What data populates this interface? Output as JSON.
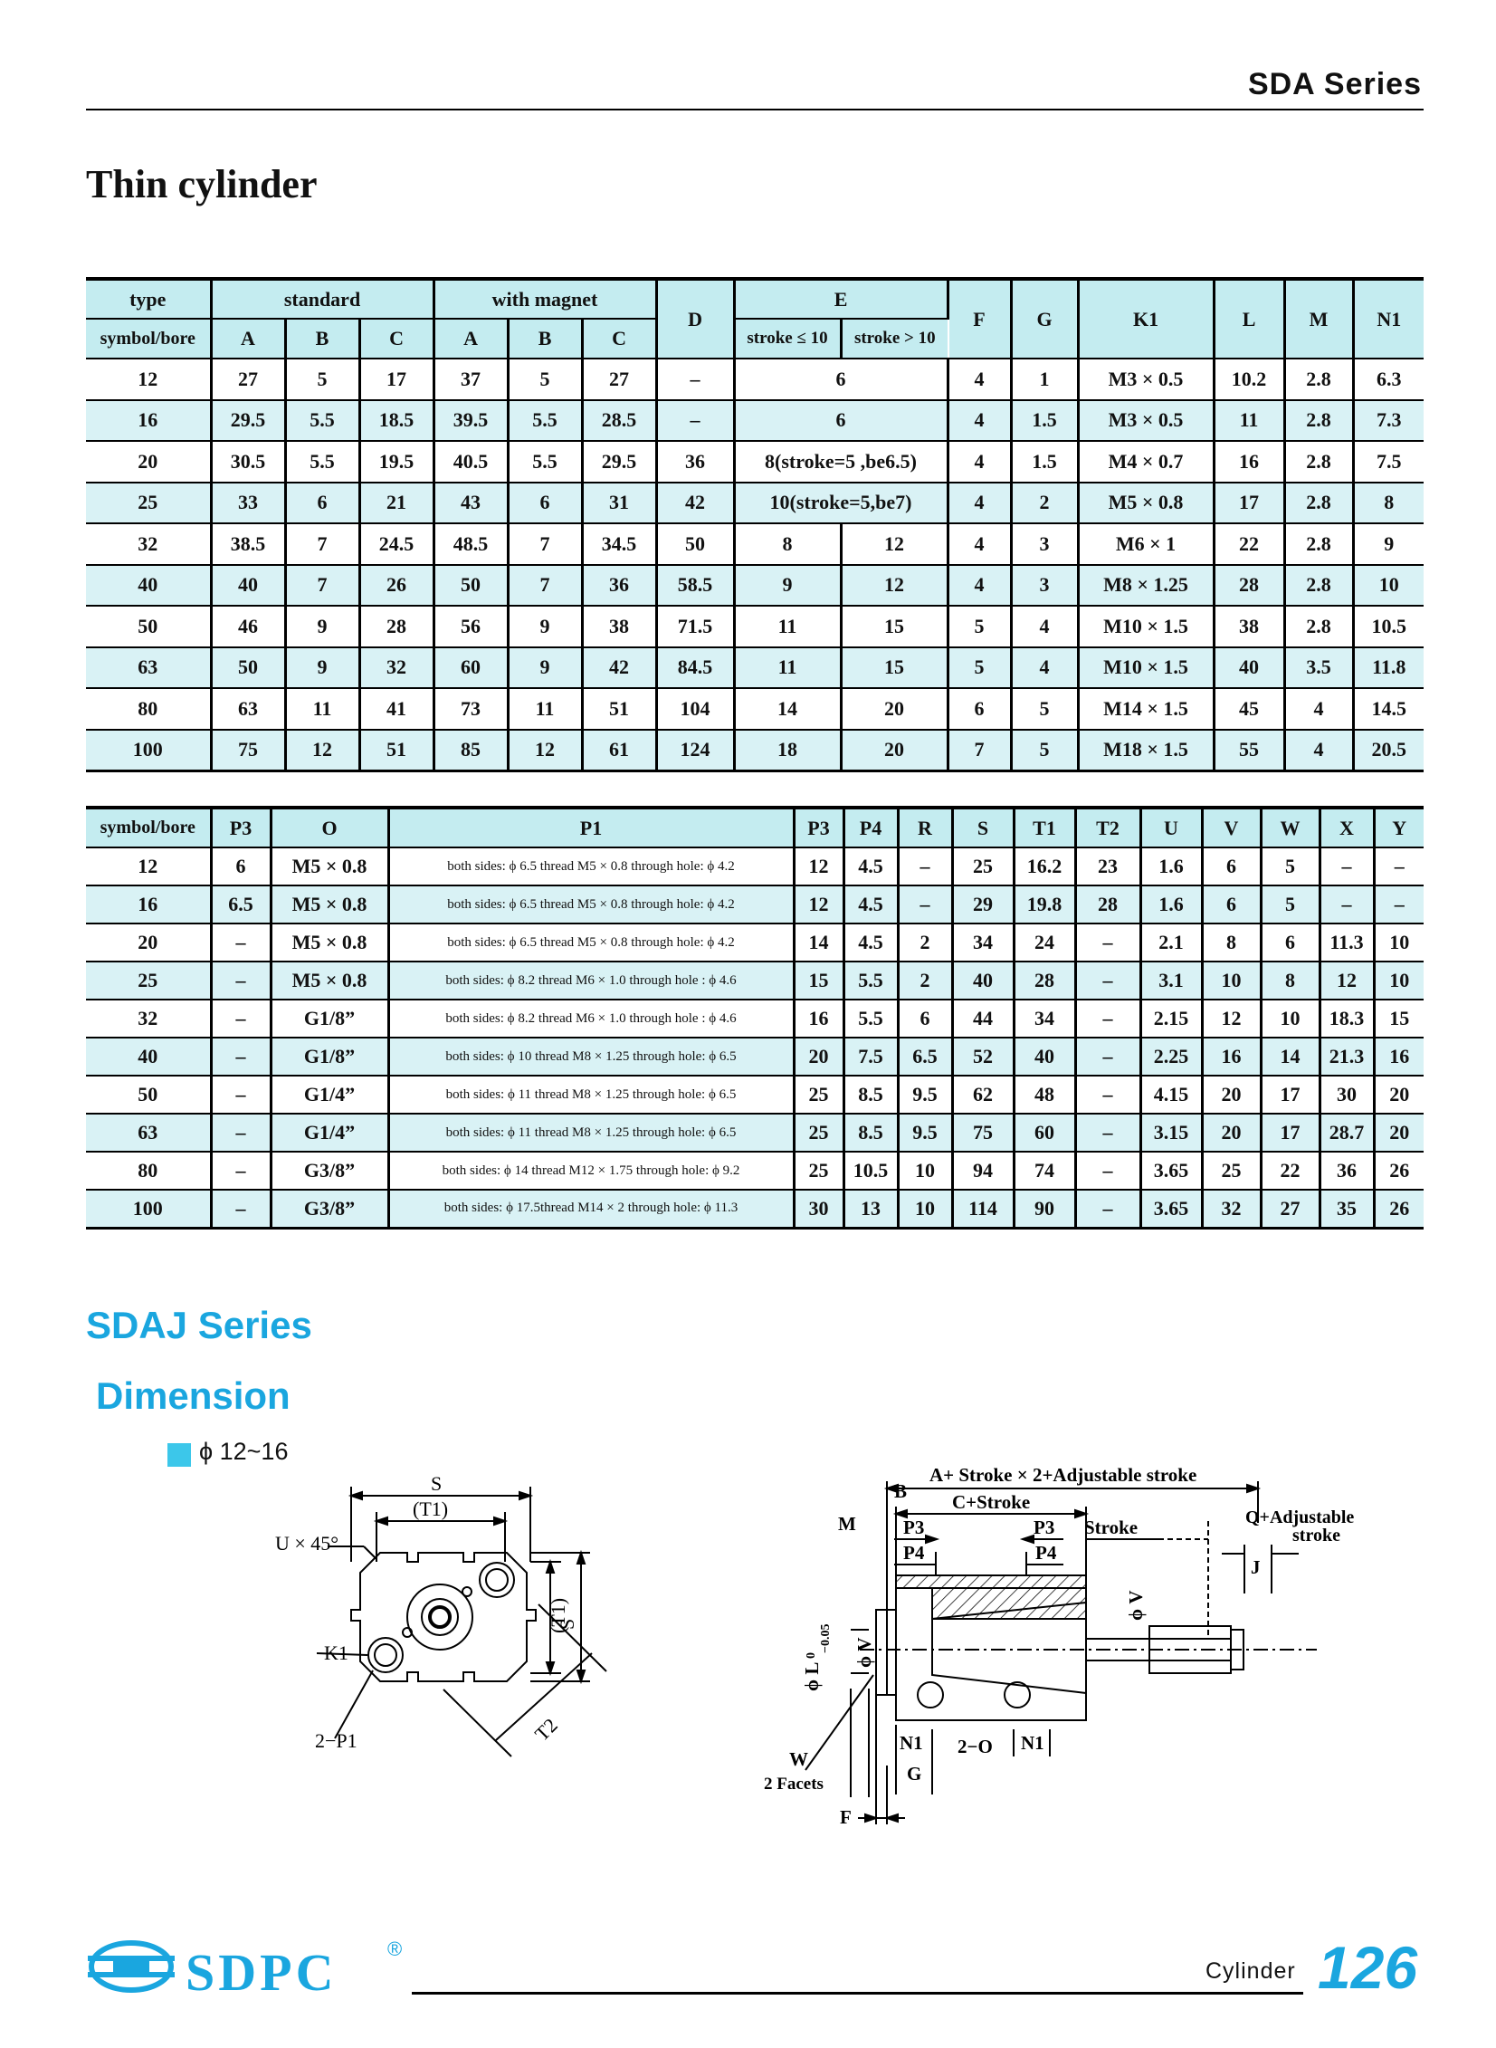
{
  "header": {
    "series": "SDA Series",
    "title": "Thin cylinder"
  },
  "table1": {
    "head": {
      "type": "type",
      "standard": "standard",
      "with_magnet": "with magnet",
      "D": "D",
      "E": "E",
      "F": "F",
      "G": "G",
      "K1": "K1",
      "L": "L",
      "M": "M",
      "N1": "N1",
      "symbol_bore": "symbol/bore",
      "A": "A",
      "B": "B",
      "C": "C",
      "e_le": "stroke ≤ 10",
      "e_gt": "stroke > 10"
    },
    "rows": [
      {
        "bore": "12",
        "sA": "27",
        "sB": "5",
        "sC": "17",
        "mA": "37",
        "mB": "5",
        "mC": "27",
        "D": "–",
        "E1": "6",
        "E2": "",
        "F": "4",
        "G": "1",
        "K1": "M3 × 0.5",
        "L": "10.2",
        "M": "2.8",
        "N1": "6.3"
      },
      {
        "bore": "16",
        "sA": "29.5",
        "sB": "5.5",
        "sC": "18.5",
        "mA": "39.5",
        "mB": "5.5",
        "mC": "28.5",
        "D": "–",
        "E1": "6",
        "E2": "",
        "F": "4",
        "G": "1.5",
        "K1": "M3 × 0.5",
        "L": "11",
        "M": "2.8",
        "N1": "7.3"
      },
      {
        "bore": "20",
        "sA": "30.5",
        "sB": "5.5",
        "sC": "19.5",
        "mA": "40.5",
        "mB": "5.5",
        "mC": "29.5",
        "D": "36",
        "E1": "8(stroke=5 ,be6.5)",
        "E2": "",
        "F": "4",
        "G": "1.5",
        "K1": "M4 × 0.7",
        "L": "16",
        "M": "2.8",
        "N1": "7.5"
      },
      {
        "bore": "25",
        "sA": "33",
        "sB": "6",
        "sC": "21",
        "mA": "43",
        "mB": "6",
        "mC": "31",
        "D": "42",
        "E1": "10(stroke=5,be7)",
        "E2": "",
        "F": "4",
        "G": "2",
        "K1": "M5 × 0.8",
        "L": "17",
        "M": "2.8",
        "N1": "8"
      },
      {
        "bore": "32",
        "sA": "38.5",
        "sB": "7",
        "sC": "24.5",
        "mA": "48.5",
        "mB": "7",
        "mC": "34.5",
        "D": "50",
        "E1": "8",
        "E2": "12",
        "F": "4",
        "G": "3",
        "K1": "M6 × 1",
        "L": "22",
        "M": "2.8",
        "N1": "9"
      },
      {
        "bore": "40",
        "sA": "40",
        "sB": "7",
        "sC": "26",
        "mA": "50",
        "mB": "7",
        "mC": "36",
        "D": "58.5",
        "E1": "9",
        "E2": "12",
        "F": "4",
        "G": "3",
        "K1": "M8 × 1.25",
        "L": "28",
        "M": "2.8",
        "N1": "10"
      },
      {
        "bore": "50",
        "sA": "46",
        "sB": "9",
        "sC": "28",
        "mA": "56",
        "mB": "9",
        "mC": "38",
        "D": "71.5",
        "E1": "11",
        "E2": "15",
        "F": "5",
        "G": "4",
        "K1": "M10 × 1.5",
        "L": "38",
        "M": "2.8",
        "N1": "10.5"
      },
      {
        "bore": "63",
        "sA": "50",
        "sB": "9",
        "sC": "32",
        "mA": "60",
        "mB": "9",
        "mC": "42",
        "D": "84.5",
        "E1": "11",
        "E2": "15",
        "F": "5",
        "G": "4",
        "K1": "M10 × 1.5",
        "L": "40",
        "M": "3.5",
        "N1": "11.8"
      },
      {
        "bore": "80",
        "sA": "63",
        "sB": "11",
        "sC": "41",
        "mA": "73",
        "mB": "11",
        "mC": "51",
        "D": "104",
        "E1": "14",
        "E2": "20",
        "F": "6",
        "G": "5",
        "K1": "M14 × 1.5",
        "L": "45",
        "M": "4",
        "N1": "14.5"
      },
      {
        "bore": "100",
        "sA": "75",
        "sB": "12",
        "sC": "51",
        "mA": "85",
        "mB": "12",
        "mC": "61",
        "D": "124",
        "E1": "18",
        "E2": "20",
        "F": "7",
        "G": "5",
        "K1": "M18 × 1.5",
        "L": "55",
        "M": "4",
        "N1": "20.5"
      }
    ]
  },
  "table2": {
    "head": [
      "symbol/bore",
      "P3",
      "O",
      "P1",
      "P3",
      "P4",
      "R",
      "S",
      "T1",
      "T2",
      "U",
      "V",
      "W",
      "X",
      "Y"
    ],
    "rows": [
      [
        "12",
        "6",
        "M5 × 0.8",
        "both sides: ϕ 6.5 thread  M5 × 0.8  through hole:  ϕ 4.2",
        "12",
        "4.5",
        "–",
        "25",
        "16.2",
        "23",
        "1.6",
        "6",
        "5",
        "–",
        "–"
      ],
      [
        "16",
        "6.5",
        "M5 × 0.8",
        "both sides: ϕ 6.5 thread  M5 × 0.8  through hole: ϕ 4.2",
        "12",
        "4.5",
        "–",
        "29",
        "19.8",
        "28",
        "1.6",
        "6",
        "5",
        "–",
        "–"
      ],
      [
        "20",
        "–",
        "M5 × 0.8",
        "both sides: ϕ 6.5 thread M5 × 0.8  through hole: ϕ 4.2",
        "14",
        "4.5",
        "2",
        "34",
        "24",
        "–",
        "2.1",
        "8",
        "6",
        "11.3",
        "10"
      ],
      [
        "25",
        "–",
        "M5 × 0.8",
        "both sides: ϕ 8.2 thread M6 × 1.0 through hole :  ϕ 4.6",
        "15",
        "5.5",
        "2",
        "40",
        "28",
        "–",
        "3.1",
        "10",
        "8",
        "12",
        "10"
      ],
      [
        "32",
        "–",
        "G1/8”",
        "both sides: ϕ 8.2 thread M6 × 1.0 through hole :  ϕ 4.6",
        "16",
        "5.5",
        "6",
        "44",
        "34",
        "–",
        "2.15",
        "12",
        "10",
        "18.3",
        "15"
      ],
      [
        "40",
        "–",
        "G1/8”",
        "both sides: ϕ 10 thread M8 × 1.25  through hole:  ϕ 6.5",
        "20",
        "7.5",
        "6.5",
        "52",
        "40",
        "–",
        "2.25",
        "16",
        "14",
        "21.3",
        "16"
      ],
      [
        "50",
        "–",
        "G1/4”",
        "both sides: ϕ 11 thread M8 × 1.25  through hole:  ϕ 6.5",
        "25",
        "8.5",
        "9.5",
        "62",
        "48",
        "–",
        "4.15",
        "20",
        "17",
        "30",
        "20"
      ],
      [
        "63",
        "–",
        "G1/4”",
        "both sides: ϕ 11 thread M8 × 1.25  through hole:  ϕ 6.5",
        "25",
        "8.5",
        "9.5",
        "75",
        "60",
        "–",
        "3.15",
        "20",
        "17",
        "28.7",
        "20"
      ],
      [
        "80",
        "–",
        "G3/8”",
        "both sides: ϕ 14 thread M12 × 1.75  through hole:   ϕ 9.2",
        "25",
        "10.5",
        "10",
        "94",
        "74",
        "–",
        "3.65",
        "25",
        "22",
        "36",
        "26"
      ],
      [
        "100",
        "–",
        "G3/8”",
        "both sides: ϕ 17.5thread M14 × 2  through hole:  ϕ 11.3",
        "30",
        "13",
        "10",
        "114",
        "90",
        "–",
        "3.65",
        "32",
        "27",
        "35",
        "26"
      ]
    ]
  },
  "sdaj": {
    "series": "SDAJ Series",
    "dimension": "Dimension",
    "bore_range": "ϕ 12~16"
  },
  "front_view": {
    "S": "S",
    "T1": "(T1)",
    "U45": "U × 45°",
    "K1": "K1",
    "P1": "2−P1",
    "T1v": "(T1)",
    "Sv": "S",
    "T2": "T2"
  },
  "side_view": {
    "A_stroke": "A+ Stroke × 2+Adjustable stroke",
    "B": "B",
    "C_stroke": "C+Stroke",
    "M": "M",
    "P3a": "P3",
    "P3b": "P3",
    "Stroke": "Stroke",
    "P4a": "P4",
    "P4b": "P4",
    "Q_adj": "Q+Adjustable",
    "Q_adj2": "stroke",
    "J": "J",
    "phiV": "ϕ V",
    "phiL": "ϕ L",
    "tol_top": "0",
    "tol_bot": "−0.05",
    "phiV2": "ϕ V",
    "W": "W",
    "facets": "2 Facets",
    "N1a": "N1",
    "O": "2−O",
    "N1b": "N1",
    "G": "G",
    "F": "F"
  },
  "footer": {
    "brand": "SDPC",
    "registered": "®",
    "section": "Cylinder",
    "page": "126"
  }
}
